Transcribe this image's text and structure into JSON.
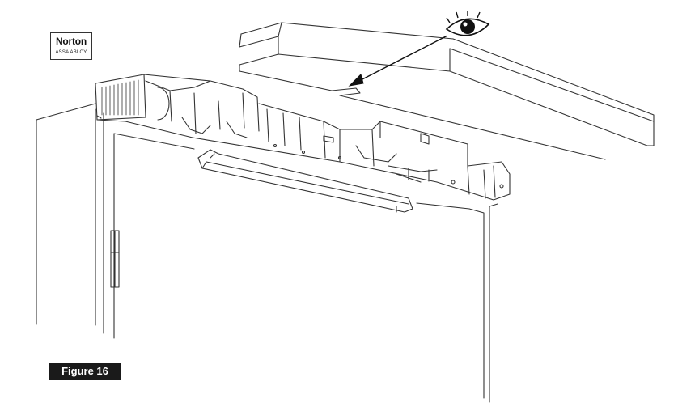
{
  "logo": {
    "brand": "Norton",
    "subbrand": "ASSA ABLOY"
  },
  "figure": {
    "label": "Figure 16"
  },
  "icons": {
    "eye": "eye-icon",
    "arrow": "arrow-icon"
  },
  "colors": {
    "line": "#333333",
    "label_bg": "#1a1a1a",
    "label_text": "#ffffff"
  }
}
